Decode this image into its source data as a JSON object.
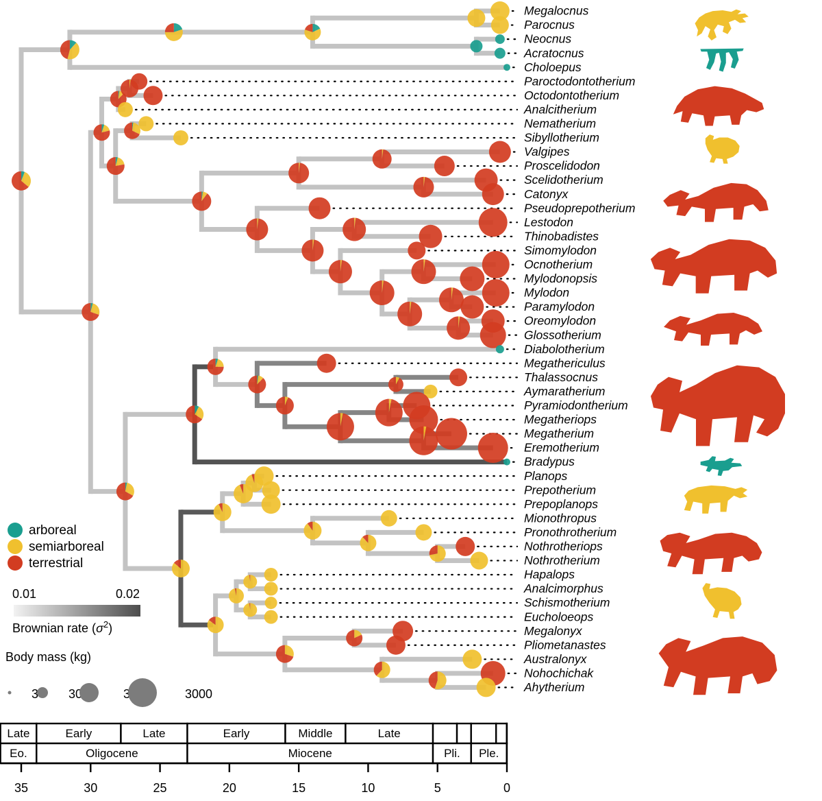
{
  "figure": {
    "type": "phylogenetic-tree",
    "description": "Time-calibrated sloth phylogeny with ancestral state pie charts, body-mass scaled nodes and Brownian rate branch shading"
  },
  "colors": {
    "arboreal": "#1a9e8f",
    "semiarboreal": "#f0c02e",
    "terrestrial": "#d23c21",
    "branch_light": "#c9c9c9",
    "branch_dark": "#4d4d4d",
    "mass_legend_circle": "#7c7c7c"
  },
  "state_legend": {
    "title": "",
    "items": [
      {
        "label": "arboreal",
        "color_key": "arboreal"
      },
      {
        "label": "semiarboreal",
        "color_key": "semiarboreal"
      },
      {
        "label": "terrestrial",
        "color_key": "terrestrial"
      }
    ]
  },
  "rate_legend": {
    "title": "Brownian rate (σ²)",
    "min_label": "0.01",
    "max_label": "0.02",
    "min_value": 0.01,
    "max_value": 0.02
  },
  "mass_legend": {
    "title": "Body mass (kg)",
    "items": [
      {
        "label": "3",
        "value": 3,
        "r": 2.5
      },
      {
        "label": "30",
        "value": 30,
        "r": 8
      },
      {
        "label": "300",
        "value": 300,
        "r": 14
      },
      {
        "label": "3000",
        "value": 3000,
        "r": 21
      }
    ]
  },
  "time_axis": {
    "unit": "Ma",
    "ticks": [
      "35",
      "30",
      "25",
      "20",
      "15",
      "10",
      "5",
      "0"
    ],
    "tick_values": [
      35,
      30,
      25,
      20,
      15,
      10,
      5,
      0
    ],
    "range": [
      36.5,
      0
    ]
  },
  "timescale": {
    "epochs": [
      {
        "label": "Eo.",
        "start": 36.5,
        "end": 33.9
      },
      {
        "label": "Oligocene",
        "start": 33.9,
        "end": 23.03
      },
      {
        "label": "Miocene",
        "start": 23.03,
        "end": 5.33
      },
      {
        "label": "Pli.",
        "start": 5.33,
        "end": 2.58
      },
      {
        "label": "Ple.",
        "start": 2.58,
        "end": 0.0117
      },
      {
        "label": "",
        "start": 0.0117,
        "end": 0
      }
    ],
    "ages": [
      {
        "label": "Late",
        "start": 36.5,
        "end": 33.9
      },
      {
        "label": "Early",
        "start": 33.9,
        "end": 27.82
      },
      {
        "label": "Late",
        "start": 27.82,
        "end": 23.03
      },
      {
        "label": "Early",
        "start": 23.03,
        "end": 15.97
      },
      {
        "label": "Middle",
        "start": 15.97,
        "end": 11.63
      },
      {
        "label": "Late",
        "start": 11.63,
        "end": 5.33
      },
      {
        "label": "",
        "start": 5.33,
        "end": 3.6
      },
      {
        "label": "",
        "start": 3.6,
        "end": 2.58
      },
      {
        "label": "",
        "start": 2.58,
        "end": 0.78
      },
      {
        "label": "",
        "start": 0.78,
        "end": 0.0117
      },
      {
        "label": "",
        "start": 0.0117,
        "end": 0
      }
    ]
  },
  "chart_data": {
    "type": "tree",
    "tips": [
      {
        "name": "Megalocnus",
        "age": 0.5,
        "mass_r": 14,
        "state": "semiarboreal"
      },
      {
        "name": "Parocnus",
        "age": 0.5,
        "mass_r": 13,
        "state": "semiarboreal"
      },
      {
        "name": "Neocnus",
        "age": 0.5,
        "mass_r": 7,
        "state": "arboreal"
      },
      {
        "name": "Acratocnus",
        "age": 0.5,
        "mass_r": 8,
        "state": "arboreal"
      },
      {
        "name": "Choloepus",
        "age": 0,
        "mass_r": 5,
        "state": "arboreal"
      },
      {
        "name": "Paroctodontotherium",
        "age": 26.5,
        "mass_r": 12,
        "state": "terrestrial"
      },
      {
        "name": "Octodontotherium",
        "age": 25.5,
        "mass_r": 14,
        "state": "terrestrial"
      },
      {
        "name": "Analcitherium",
        "age": 27.5,
        "mass_r": 11,
        "state": "semiarboreal"
      },
      {
        "name": "Nematherium",
        "age": 26.0,
        "mass_r": 11,
        "state": "semiarboreal"
      },
      {
        "name": "Sibyllotherium",
        "age": 23.5,
        "mass_r": 11,
        "state": "semiarboreal"
      },
      {
        "name": "Valgipes",
        "age": 0.5,
        "mass_r": 16,
        "state": "terrestrial"
      },
      {
        "name": "Proscelidodon",
        "age": 4.5,
        "mass_r": 15,
        "state": "terrestrial"
      },
      {
        "name": "Scelidotherium",
        "age": 1.5,
        "mass_r": 17,
        "state": "terrestrial"
      },
      {
        "name": "Catonyx",
        "age": 1.0,
        "mass_r": 16,
        "state": "terrestrial"
      },
      {
        "name": "Pseudoprepotherium",
        "age": 13.5,
        "mass_r": 16,
        "state": "terrestrial"
      },
      {
        "name": "Lestodon",
        "age": 1.0,
        "mass_r": 21,
        "state": "terrestrial"
      },
      {
        "name": "Thinobadistes",
        "age": 5.5,
        "mass_r": 17,
        "state": "terrestrial"
      },
      {
        "name": "Simomylodon",
        "age": 6.5,
        "mass_r": 13,
        "state": "terrestrial"
      },
      {
        "name": "Ocnotherium",
        "age": 0.8,
        "mass_r": 20,
        "state": "terrestrial"
      },
      {
        "name": "Mylodonopsis",
        "age": 2.5,
        "mass_r": 18,
        "state": "terrestrial"
      },
      {
        "name": "Mylodon",
        "age": 0.8,
        "mass_r": 20,
        "state": "terrestrial"
      },
      {
        "name": "Paramylodon",
        "age": 2.5,
        "mass_r": 17,
        "state": "terrestrial"
      },
      {
        "name": "Oreomylodon",
        "age": 1.0,
        "mass_r": 17,
        "state": "terrestrial"
      },
      {
        "name": "Glossotherium",
        "age": 1.0,
        "mass_r": 19,
        "state": "terrestrial"
      },
      {
        "name": "Diabolotherium",
        "age": 0.5,
        "mass_r": 6,
        "state": "arboreal"
      },
      {
        "name": "Megathericulus",
        "age": 13.0,
        "mass_r": 14,
        "state": "terrestrial"
      },
      {
        "name": "Thalassocnus",
        "age": 3.5,
        "mass_r": 13,
        "state": "terrestrial"
      },
      {
        "name": "Aymaratherium",
        "age": 5.5,
        "mass_r": 10,
        "state": "semiarboreal"
      },
      {
        "name": "Pyramiodontherium",
        "age": 6.5,
        "mass_r": 20,
        "state": "terrestrial"
      },
      {
        "name": "Megatheriops",
        "age": 6.0,
        "mass_r": 21,
        "state": "terrestrial"
      },
      {
        "name": "Megatherium",
        "age": 4.0,
        "mass_r": 23,
        "state": "terrestrial"
      },
      {
        "name": "Eremotherium",
        "age": 1.0,
        "mass_r": 22,
        "state": "terrestrial"
      },
      {
        "name": "Bradypus",
        "age": 0,
        "mass_r": 5,
        "state": "arboreal"
      },
      {
        "name": "Planops",
        "age": 17.5,
        "mass_r": 14,
        "state": "semiarboreal"
      },
      {
        "name": "Prepotherium",
        "age": 17.0,
        "mass_r": 13,
        "state": "semiarboreal"
      },
      {
        "name": "Prepoplanops",
        "age": 17.0,
        "mass_r": 14,
        "state": "semiarboreal"
      },
      {
        "name": "Mionothropus",
        "age": 8.5,
        "mass_r": 12,
        "state": "semiarboreal"
      },
      {
        "name": "Pronothrotherium",
        "age": 6.0,
        "mass_r": 12,
        "state": "semiarboreal"
      },
      {
        "name": "Nothrotheriops",
        "age": 3.0,
        "mass_r": 14,
        "state": "terrestrial"
      },
      {
        "name": "Nothrotherium",
        "age": 2.0,
        "mass_r": 13,
        "state": "semiarboreal"
      },
      {
        "name": "Hapalops",
        "age": 17.0,
        "mass_r": 10,
        "state": "semiarboreal"
      },
      {
        "name": "Analcimorphus",
        "age": 17.0,
        "mass_r": 10,
        "state": "semiarboreal"
      },
      {
        "name": "Schismotherium",
        "age": 17.0,
        "mass_r": 9,
        "state": "semiarboreal"
      },
      {
        "name": "Eucholoeops",
        "age": 17.0,
        "mass_r": 10,
        "state": "semiarboreal"
      },
      {
        "name": "Megalonyx",
        "age": 7.5,
        "mass_r": 15,
        "state": "terrestrial"
      },
      {
        "name": "Pliometanastes",
        "age": 8.0,
        "mass_r": 14,
        "state": "terrestrial"
      },
      {
        "name": "Australonyx",
        "age": 2.5,
        "mass_r": 14,
        "state": "semiarboreal"
      },
      {
        "name": "Nohochichak",
        "age": 1.0,
        "mass_r": 18,
        "state": "terrestrial"
      },
      {
        "name": "Ahytherium",
        "age": 1.5,
        "mass_r": 14,
        "state": "semiarboreal"
      }
    ],
    "silhouettes": [
      {
        "state": "semiarboreal",
        "shape": "sloth-climbing"
      },
      {
        "state": "arboreal",
        "shape": "sloth-hanging"
      },
      {
        "state": "terrestrial",
        "shape": "ground-sloth-stout"
      },
      {
        "state": "semiarboreal",
        "shape": "sloth-small"
      },
      {
        "state": "terrestrial",
        "shape": "ground-sloth-long"
      },
      {
        "state": "terrestrial",
        "shape": "ground-sloth-huge"
      },
      {
        "state": "terrestrial",
        "shape": "ground-sloth-mid"
      },
      {
        "state": "terrestrial",
        "shape": "megatherium"
      },
      {
        "state": "arboreal",
        "shape": "bradypus"
      },
      {
        "state": "semiarboreal",
        "shape": "planops"
      },
      {
        "state": "terrestrial",
        "shape": "nothrothere"
      },
      {
        "state": "semiarboreal",
        "shape": "hapalops"
      },
      {
        "state": "terrestrial",
        "shape": "megalonyx"
      }
    ]
  }
}
